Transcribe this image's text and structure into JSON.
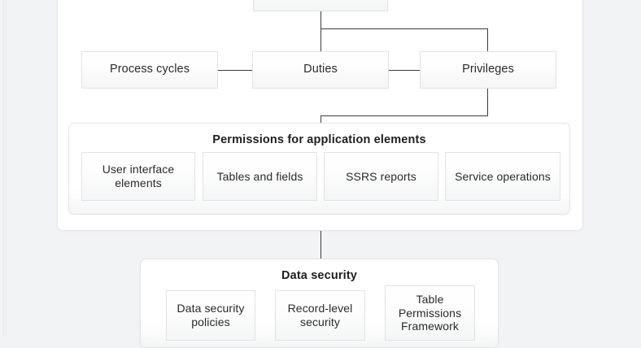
{
  "diagram": {
    "title_node": {
      "label": ""
    },
    "outer_panel_name": "security-roles-panel",
    "row_nodes": [
      {
        "id": "process-cycles",
        "label": "Process cycles"
      },
      {
        "id": "duties",
        "label": "Duties"
      },
      {
        "id": "privileges",
        "label": "Privileges"
      }
    ],
    "permissions_panel": {
      "title": "Permissions for application elements",
      "items": [
        {
          "id": "user-interface-elements",
          "label": "User interface elements"
        },
        {
          "id": "tables-and-fields",
          "label": "Tables and fields"
        },
        {
          "id": "ssrs-reports",
          "label": "SSRS reports"
        },
        {
          "id": "service-operations",
          "label": "Service operations"
        }
      ]
    },
    "data_security_panel": {
      "title": "Data security",
      "items": [
        {
          "id": "data-security-policies",
          "label": "Data security policies"
        },
        {
          "id": "record-level-security",
          "label": "Record-level security"
        },
        {
          "id": "table-permissions-framework",
          "label": "Table Permissions Framework"
        }
      ]
    },
    "colors": {
      "background": "#f2f3f5",
      "panel_background": "#ffffff",
      "node_border": "#e2e2e2",
      "connector": "#3d3d3d",
      "text": "#2b2b2b"
    }
  }
}
